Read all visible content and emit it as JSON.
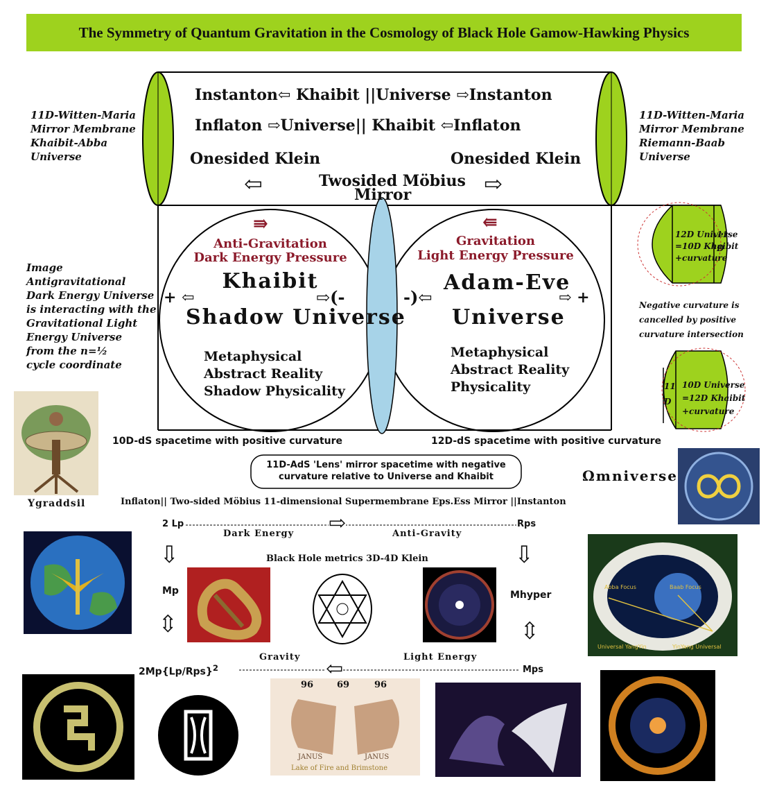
{
  "title": "The Symmetry of Quantum Gravitation in the Cosmology of Black Hole Gamow-Hawking Physics",
  "top_box": {
    "row1": "Instanton⇦ Khaibit  ||Universe ⇨Instanton",
    "row2": "Inflaton  ⇨Universe|| Khaibit ⇦Inflaton",
    "klein_left": "Onesided Klein",
    "klein_right": "Onesided Klein",
    "mobius_line1": "Twosided Möbius",
    "mobius_line2": "Mirror",
    "arrow_left": "⇦",
    "arrow_right": "⇨"
  },
  "left_note": [
    "11D-Witten-Maria",
    "Mirror Membrane",
    "Khaibit-Abba",
    "Universe"
  ],
  "right_note": [
    "11D-Witten-Maria",
    "Mirror Membrane",
    "Riemann-Baab",
    "Universe"
  ],
  "left_circle": {
    "arrow": "⇛",
    "label1": "Anti-Gravitation",
    "label2": "Dark Energy Pressure",
    "name1": "Khaibit",
    "name2": "Shadow Universe",
    "plus": "+ ⇦",
    "minus": "⇨(-",
    "meta": [
      "Metaphysical",
      "Abstract Reality",
      "Shadow Physicality"
    ]
  },
  "right_circle": {
    "arrow": "⇚",
    "label1": "Gravitation",
    "label2": "Light Energy Pressure",
    "name1": "Adam-Eve",
    "name2": "Universe",
    "minus": "-)⇦",
    "plus": "⇨ +",
    "meta": [
      "Metaphysical",
      "Abstract Reality",
      "Physicality"
    ]
  },
  "image_note": [
    "Image",
    "Antigravitational",
    "Dark Energy Universe",
    "is interacting with the",
    "Gravitational Light",
    "Energy Universe",
    "from the n=½",
    "cycle coordinate"
  ],
  "curv_top": {
    "l1": "12D Universe",
    "l2": "=10D Khaibit",
    "l3": "+curvature",
    "side": "11",
    "side2": "D"
  },
  "curv_note": [
    "Negative curvature is",
    "cancelled by positive",
    "curvature intersection"
  ],
  "curv_bottom": {
    "l1": "10D Universe",
    "l2": "=12D Khaibit",
    "l3": "+curvature",
    "side": "11",
    "side2": "D"
  },
  "spacetime_left": "10D-dS spacetime with positive curvature",
  "spacetime_right": "12D-dS spacetime with positive curvature",
  "lens_box": [
    "11D-AdS 'Lens' mirror spacetime with negative",
    "curvature relative to  Universe and Khaibit"
  ],
  "omniverse": "Ωmniverse",
  "yggdrasil": "Ygraddsil",
  "supermembrane": "Inflaton||    Two-sided Möbius 11-dimensional Supermembrane Eps.Ess Mirror  ||Instanton",
  "lower": {
    "lp": "2 Lp",
    "rps": "Rps",
    "dark_energy": "Dark Energy",
    "anti_gravity": "Anti-Gravity",
    "right_arrow": "⇨",
    "bh_metrics": "Black Hole metrics  3D-4D Klein",
    "mp": "Mp",
    "mhyper": "Mhyper",
    "down_arrow": "⇩",
    "updown": "⇳",
    "formula": "2Mp{Lp/Rps}",
    "sup": "2",
    "gravity": "Gravity",
    "light_energy": "Light Energy",
    "left_arrow": "⇦",
    "mps": "Mps"
  },
  "janus": {
    "n1": "96",
    "n2": "69",
    "n3": "96",
    "lbl1": "JANUS",
    "lbl2": "JANUS",
    "caption": "Lake of Fire and Brimstone"
  },
  "egg_caption_left": "Universal YangYin",
  "egg_caption_right": "YinYang Universal",
  "egg_focus_left": "Abba Focus",
  "egg_focus_right": "Baab Focus",
  "colors": {
    "lime": "#9ed21e",
    "lens": "#a7d3e8",
    "maroon": "#8b1a2a",
    "black": "#000000"
  }
}
